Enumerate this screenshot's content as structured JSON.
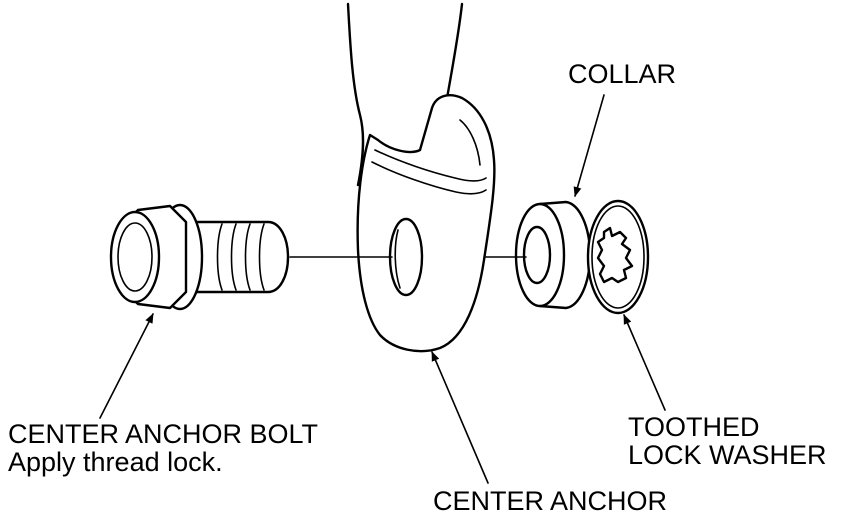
{
  "labels": {
    "collar": "COLLAR",
    "center_anchor_bolt": "CENTER ANCHOR BOLT",
    "bolt_note": "Apply thread lock.",
    "toothed_lock_washer_line1": "TOOTHED",
    "toothed_lock_washer_line2": "LOCK WASHER",
    "center_anchor": "CENTER ANCHOR"
  },
  "colors": {
    "ink": "#000000",
    "paper": "#ffffff"
  }
}
